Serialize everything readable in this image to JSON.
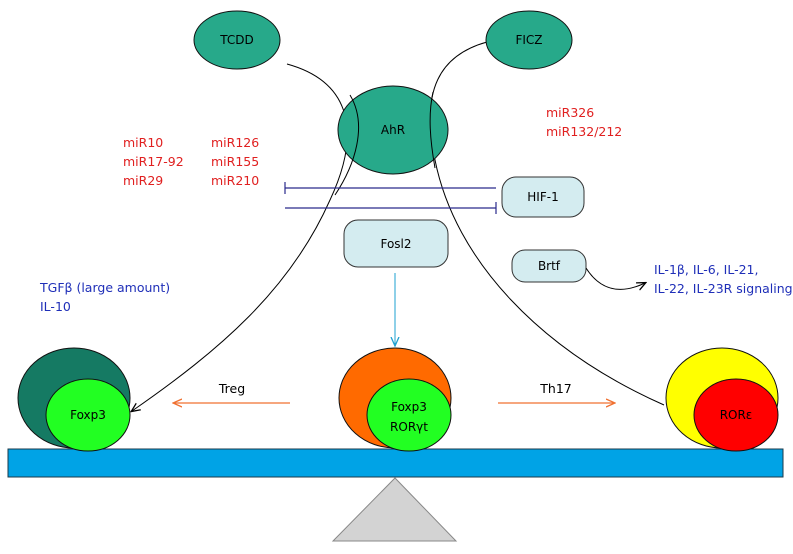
{
  "nodes": {
    "tcdd": "TCDD",
    "ficz": "FICZ",
    "ahr": "AhR",
    "hif1": "HIF-1",
    "fosl2": "Fosl2",
    "brtf": "Brtf",
    "foxp3_left": "Foxp3",
    "foxp3_center": "Foxp3",
    "rorgt_center": "RORγt",
    "rorc_right": "RORε"
  },
  "mirnas": {
    "left_col1": [
      "miR10",
      "miR17-92",
      "miR29"
    ],
    "left_col2": [
      "miR126",
      "miR155",
      "miR210"
    ],
    "right": [
      "miR326",
      "miR132/212"
    ]
  },
  "treg_factors": [
    "TGFβ (large amount)",
    "IL-10"
  ],
  "th17_signaling": [
    "IL-1β, IL-6, IL-21,",
    "IL-22, IL-23R signaling"
  ],
  "arrows": {
    "treg": "Treg",
    "th17": "Th17"
  },
  "colors": {
    "teal": "#27a98a",
    "dark_teal": "#157a63",
    "light_box": "#d4ecf0",
    "orange": "#ff6a00",
    "green": "#22ff22",
    "yellow": "#ffff00",
    "red": "#ff0000",
    "beam": "#00a3e6",
    "fulcrum": "#d3d3d3",
    "mir_text": "#e02020",
    "signal_text": "#1f2fb8",
    "inhibit_line": "#2a2a8c",
    "arrow_orange": "#f07030"
  }
}
